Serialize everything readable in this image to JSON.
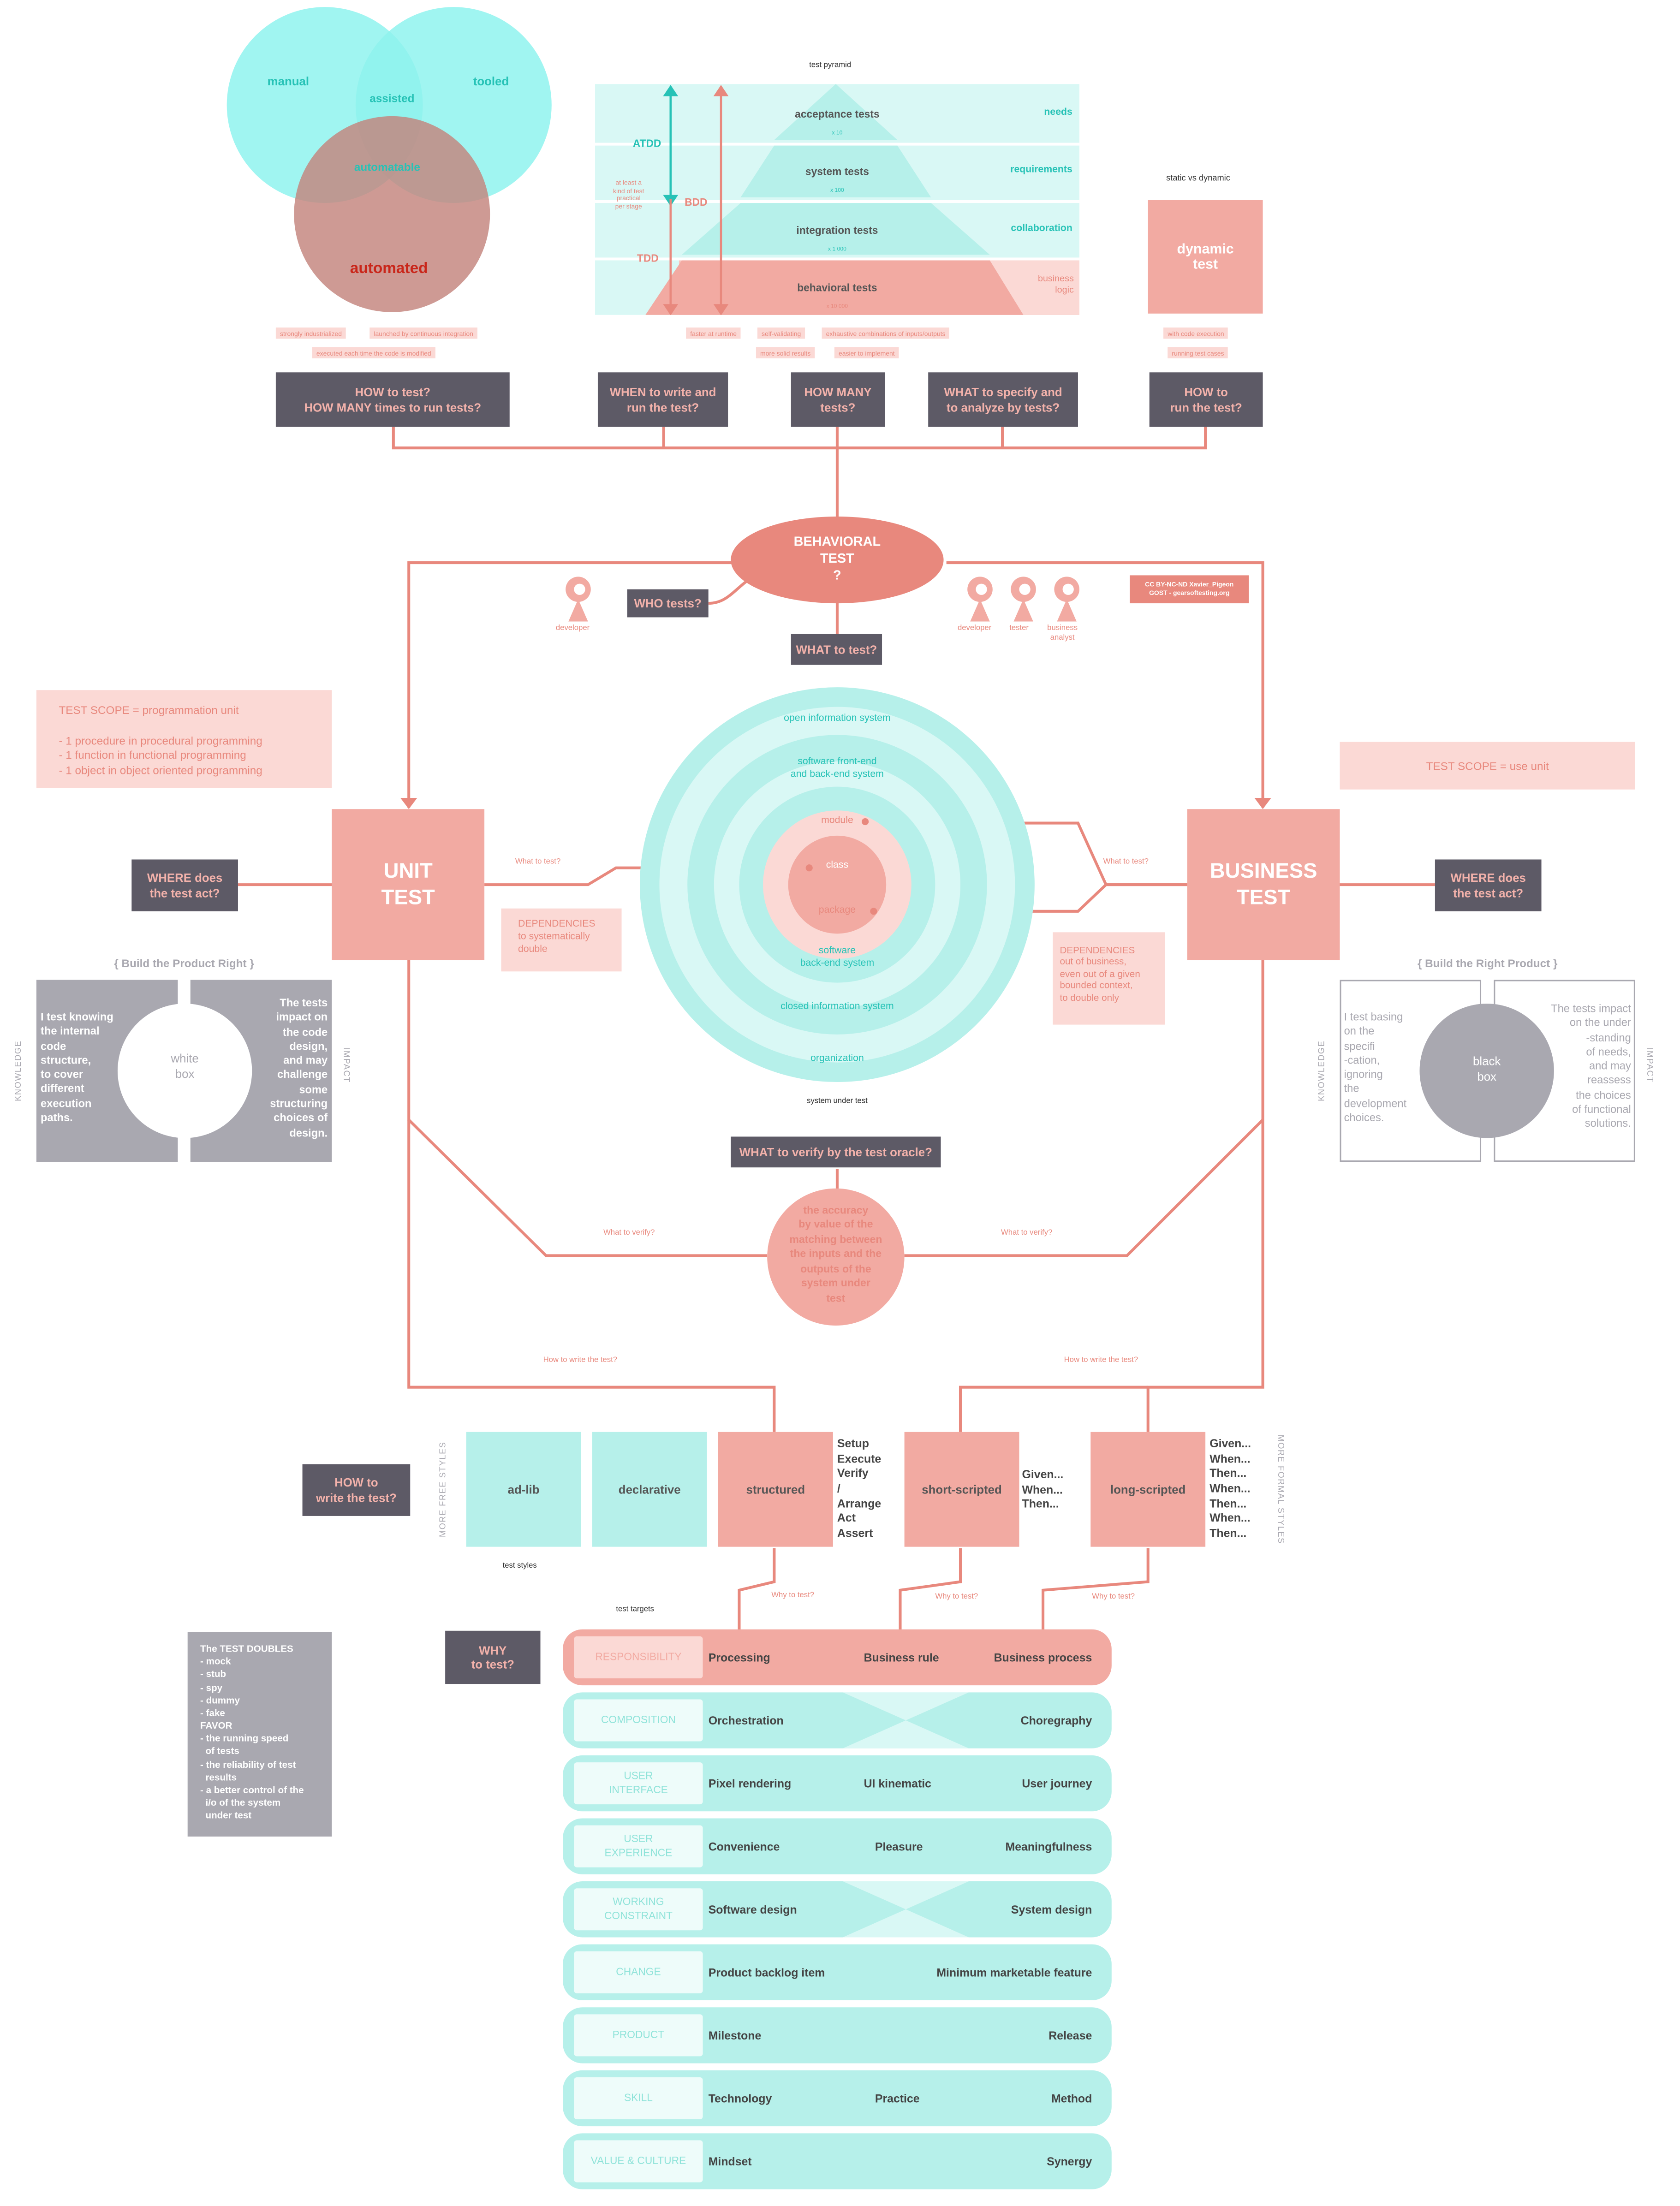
{
  "venn": {
    "manual": "manual",
    "tooled": "tooled",
    "assisted": "assisted",
    "automatable": "automatable",
    "automated": "automated",
    "chips": [
      "strongly industrialized",
      "launched by continuous integration",
      "executed each time the code is modified"
    ]
  },
  "pyramid": {
    "title": "test pyramid",
    "levels": [
      {
        "name": "acceptance tests",
        "count": "x 10",
        "side": "needs"
      },
      {
        "name": "system tests",
        "count": "x 100",
        "side": "requirements"
      },
      {
        "name": "integration tests",
        "count": "x 1 000",
        "side": "collaboration"
      },
      {
        "name": "behavioral tests",
        "count": "x 10 000",
        "side": "business\nlogic"
      }
    ],
    "atdd": "ATDD",
    "bdd": "BDD",
    "tdd": "TDD",
    "note": "at least a\nkind of test\npractical\nper stage",
    "chips": [
      "faster at runtime",
      "self-validating",
      "exhaustive combinations of inputs/outputs",
      "more solid results",
      "easier to implement"
    ]
  },
  "static_dynamic": {
    "title": "static vs dynamic",
    "box": "dynamic\ntest",
    "chips": [
      "with code execution",
      "running test cases"
    ]
  },
  "questions": {
    "how_many_times": "HOW to test?\nHOW MANY times to run tests?",
    "when": "WHEN to write and\nrun the test?",
    "how_many": "HOW MANY\ntests?",
    "what_specify": "WHAT to specify and\nto analyze by tests?",
    "how_run": "HOW to\nrun the test?",
    "who": "WHO tests?",
    "what": "WHAT to test?",
    "where_left": "WHERE does\nthe test act?",
    "where_right": "WHERE does\nthe test act?",
    "verify": "WHAT to verify by the test oracle?",
    "how_write": "HOW to\nwrite the test?",
    "why": "WHY\nto test?"
  },
  "center": {
    "title": "BEHAVIORAL\nTEST\n?",
    "license": "CC BY-NC-ND  Xavier_Pigeon\nGOST - gearsoftesting.org"
  },
  "actors": {
    "left": [
      "developer"
    ],
    "right": [
      "developer",
      "tester",
      "business\nanalyst"
    ]
  },
  "scope": {
    "unit": "TEST SCOPE = programmation unit\n\n- 1 procedure in procedural programming\n- 1 function in functional programming\n- 1 object in object oriented programming",
    "use": "TEST SCOPE = use unit"
  },
  "unit_test": {
    "title": "UNIT\nTEST",
    "what_to_test": "What to test?",
    "dependencies": "DEPENDENCIES\nto systematically\ndouble",
    "build": "{ Build the Product Right }",
    "knowledge": "KNOWLEDGE",
    "impact": "IMPACT",
    "left_text": "I test knowing\nthe internal\ncode\nstructure,\nto cover\ndifferent\nexecution\npaths.",
    "right_text": "The tests\nimpact on\nthe code\ndesign,\nand may\nchallenge\nsome\nstructuring\nchoices of\ndesign.",
    "box": "white\nbox"
  },
  "business_test": {
    "title": "BUSINESS\nTEST",
    "what_to_test": "What to test?",
    "dependencies": "DEPENDENCIES\nout of business,\neven out of a given\nbounded context,\nto double only",
    "build": "{ Build the Right Product }",
    "knowledge": "KNOWLEDGE",
    "impact": "IMPACT",
    "left_text": "I test basing\non the\nspecifi\n-cation,\nignoring\nthe\ndevelopment\nchoices.",
    "right_text": "The tests impact\non the under\n-standing\nof needs,\nand may\nreassess\nthe choices\nof functional\nsolutions.",
    "box": "black\nbox"
  },
  "sut": {
    "rings": [
      "open information system",
      "software front-end\nand back-end system",
      "module",
      "class",
      "package",
      "software\nback-end system",
      "closed information system",
      "organization"
    ],
    "caption": "system under test"
  },
  "oracle": {
    "text": "the accuracy\nby value of the\nmatching between\nthe inputs and the\noutputs of the\nsystem under\ntest",
    "what_to_verify": "What to verify?"
  },
  "styles": {
    "caption": "test styles",
    "free": "MORE FREE STYLES",
    "formal": "MORE FORMAL STYLES",
    "how_write_label": "How to write the test?",
    "items": [
      "ad-lib",
      "declarative",
      "structured",
      "short-scripted",
      "long-scripted"
    ],
    "structured_text": "Setup\nExecute\nVerify\n/\nArrange\nAct\nAssert",
    "short_text": "Given...\nWhen...\nThen...",
    "long_text": "Given...\nWhen...\nThen...\nWhen...\nThen...\nWhen...\nThen...",
    "why_label": "Why to test?"
  },
  "doubles": "The TEST DOUBLES\n- mock\n- stub\n- spy\n- dummy\n- fake\nFAVOR\n- the running speed\n  of tests\n- the reliability of test\n  results\n- a better control of the\n  i/o of the system\n  under test",
  "targets": {
    "caption": "test targets",
    "rows": [
      {
        "cat": "RESPONSIBILITY",
        "items": [
          "Processing",
          "Business rule",
          "Business process"
        ]
      },
      {
        "cat": "COMPOSITION",
        "items": [
          "Orchestration",
          "",
          "Choregraphy"
        ]
      },
      {
        "cat": "USER\nINTERFACE",
        "items": [
          "Pixel rendering",
          "UI kinematic",
          "User journey"
        ]
      },
      {
        "cat": "USER\nEXPERIENCE",
        "items": [
          "Convenience",
          "Pleasure",
          "Meaningfulness"
        ]
      },
      {
        "cat": "WORKING\nCONSTRAINT",
        "items": [
          "Software design",
          "",
          "System design"
        ]
      },
      {
        "cat": "CHANGE",
        "items": [
          "Product backlog item",
          "",
          "Minimum marketable feature"
        ]
      },
      {
        "cat": "PRODUCT",
        "items": [
          "Milestone",
          "",
          "Release"
        ]
      },
      {
        "cat": "SKILL",
        "items": [
          "Technology",
          "Practice",
          "Method"
        ]
      },
      {
        "cat": "VALUE & CULTURE",
        "items": [
          "Mindset",
          "",
          "Synergy"
        ]
      }
    ]
  },
  "colors": {
    "coral": "#e8887d",
    "salmon": "#f2aaa2",
    "light_pink": "#fbd9d5",
    "teal": "#8ff3ee",
    "teal_text": "#26c2b6",
    "dark": "#5d5a66",
    "grey": "#a9a8b0"
  }
}
